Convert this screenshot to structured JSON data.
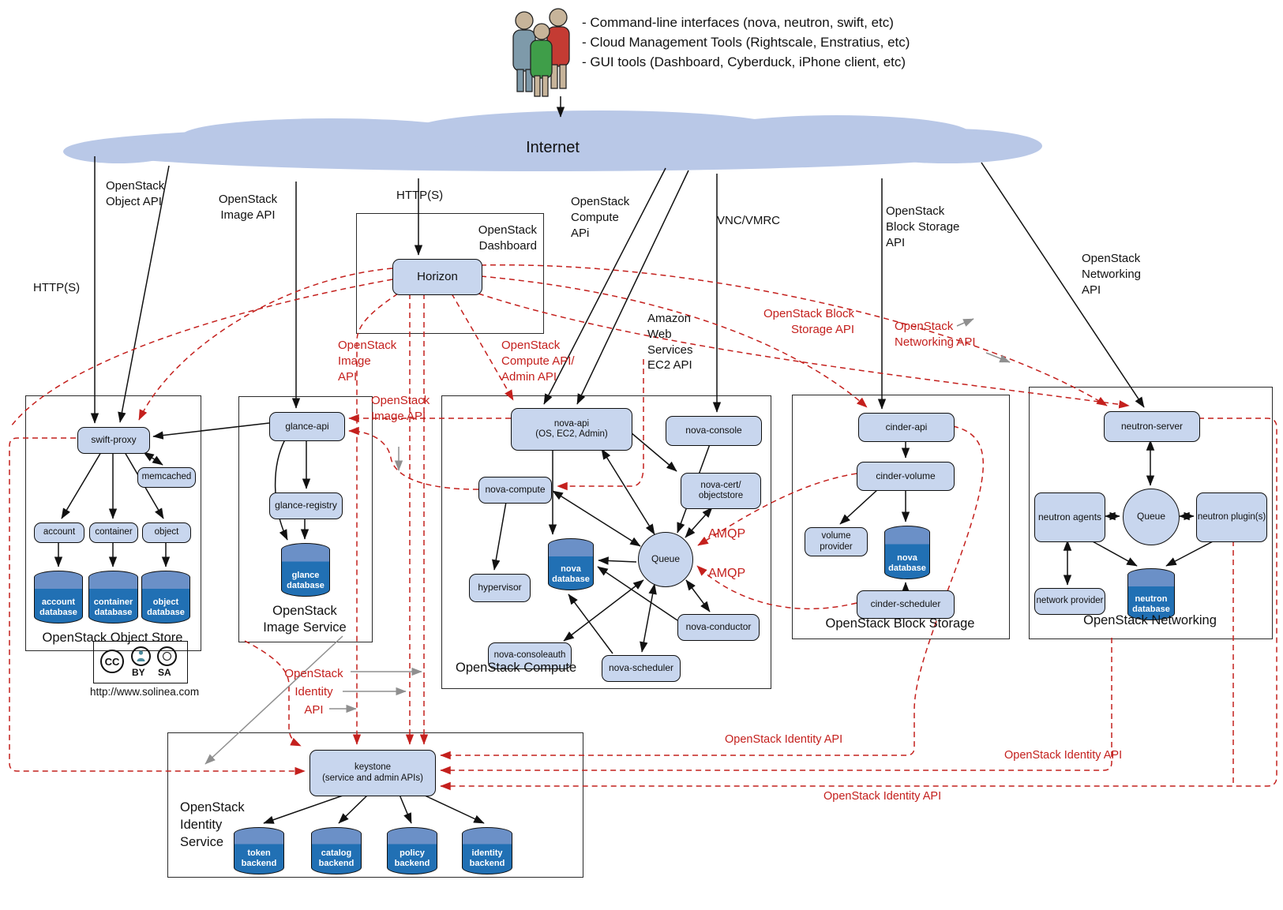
{
  "users": {
    "lines": [
      "- Command-line interfaces (nova, neutron, swift, etc)",
      "- Cloud Management Tools (Rightscale, Enstratius, etc)",
      "- GUI tools (Dashboard, Cyberduck, iPhone client, etc)"
    ]
  },
  "cloud": {
    "label": "Internet"
  },
  "labels": {
    "http_left": "HTTP(S)",
    "object_api": "OpenStack\nObject API",
    "image_api": "OpenStack\nImage API",
    "http_center": "HTTP(S)",
    "compute_api": "OpenStack\nCompute\nAPi",
    "vnc": "VNC/VMRC",
    "aws": "Amazon\nWeb\nServices\nEC2 API",
    "block_api": "OpenStack\nBlock Storage\nAPI",
    "networking_api": "OpenStack\nNetworking\nAPI"
  },
  "red_labels": {
    "image_api_horizon": "OpenStack\nImage\nAPI",
    "compute_admin_api": "OpenStack\nCompute API/\nAdmin API",
    "image_api_nova": "OpenStack\nImage API",
    "block_storage_api": "OpenStack Block\nStorage API",
    "networking_api": "OpenStack\nNetworking API",
    "amqp_top": "AMQP",
    "amqp_bottom": "AMQP",
    "identity_api_multi": "OpenStack\nIdentity\nAPI",
    "identity_api_1": "OpenStack Identity API",
    "identity_api_2": "OpenStack Identity API",
    "identity_api_3": "OpenStack Identity API"
  },
  "containers": {
    "dashboard": {
      "title": "OpenStack\nDashboard"
    },
    "object_store": {
      "title": "OpenStack Object Store"
    },
    "image_service": {
      "title": "OpenStack\nImage Service"
    },
    "compute": {
      "title": "OpenStack Compute"
    },
    "block_storage": {
      "title": "OpenStack Block Storage"
    },
    "networking": {
      "title": "OpenStack Networking"
    },
    "identity": {
      "title": "OpenStack\nIdentity\nService"
    }
  },
  "nodes": {
    "horizon": "Horizon",
    "swift_proxy": "swift-proxy",
    "memcached": "memcached",
    "account": "account",
    "container": "container",
    "object": "object",
    "account_db": "account\ndatabase",
    "container_db": "container\ndatabase",
    "object_db": "object\ndatabase",
    "glance_api": "glance-api",
    "glance_registry": "glance-registry",
    "glance_db": "glance\ndatabase",
    "nova_api": "nova-api\n(OS, EC2, Admin)",
    "nova_console": "nova-console",
    "nova_compute": "nova-compute",
    "nova_cert": "nova-cert/\nobjectstore",
    "nova_db": "nova\ndatabase",
    "queue": "Queue",
    "hypervisor": "hypervisor",
    "nova_consoleauth": "nova-consoleauth",
    "nova_conductor": "nova-conductor",
    "nova_scheduler": "nova-scheduler",
    "cinder_api": "cinder-api",
    "cinder_volume": "cinder-volume",
    "volume_provider": "volume provider",
    "cinder_db": "nova\ndatabase",
    "cinder_scheduler": "cinder-scheduler",
    "neutron_server": "neutron-server",
    "neutron_agents": "neutron agents",
    "net_queue": "Queue",
    "neutron_plugins": "neutron plugin(s)",
    "network_provider": "network provider",
    "neutron_db": "neutron\ndatabase",
    "keystone": "keystone\n(service and admin APIs)",
    "token_db": "token\nbackend",
    "catalog_db": "catalog\nbackend",
    "policy_db": "policy\nbackend",
    "identity_db": "identity\nbackend"
  },
  "license": {
    "cc": "CC",
    "by": "BY",
    "sa": "SA",
    "url": "http://www.solinea.com"
  }
}
